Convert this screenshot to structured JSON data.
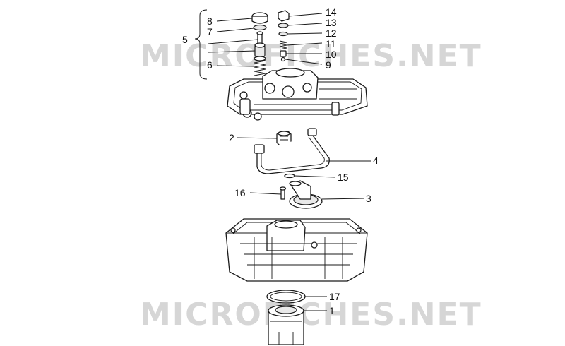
{
  "watermark": {
    "top": "MICROFICHES.NET",
    "bottom": "MICROFICHES.NET"
  },
  "callouts": {
    "c1": "1",
    "c2": "2",
    "c3": "3",
    "c4": "4",
    "c5": "5",
    "c6": "6",
    "c7": "7",
    "c8": "8",
    "c9": "9",
    "c10": "10",
    "c11": "11",
    "c12": "12",
    "c13": "13",
    "c14": "14",
    "c15": "15",
    "c16": "16",
    "c17": "17"
  },
  "colors": {
    "line": "#1a1a1a",
    "watermark": "#d6d6d6",
    "background": "#ffffff"
  }
}
